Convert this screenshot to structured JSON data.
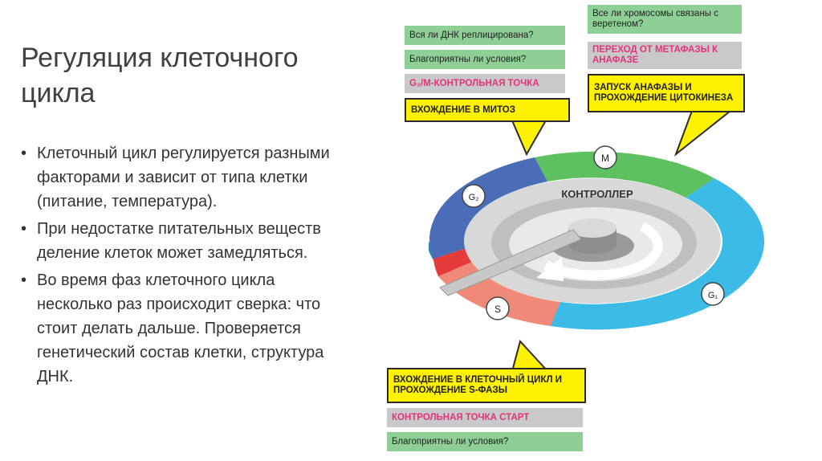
{
  "slide": {
    "title": "Регуляция клеточного цикла",
    "bullet_glyph": "•",
    "bullets": [
      "Клеточный цикл регулируется разными факторами и зависит от типа клетки (питание, температура).",
      "При недостатке питательных веществ деление клеток может замедляться.",
      "Во время фаз клеточного цикла несколько раз происходит сверка: что стоит делать дальше. Проверяется генетический состав клетки, структура ДНК."
    ]
  },
  "diagram": {
    "controller_label": "КОНТРОЛЛЕР",
    "phases": {
      "m": "M",
      "g2": "G₂",
      "s": "S",
      "g1": "G₁"
    },
    "left_top": {
      "q1": "Вся ли ДНК реплицирована?",
      "q2": "Благоприятны ли условия?",
      "checkpoint": "G₂/M-КОНТРОЛЬНАЯ ТОЧКА",
      "action": "ВХОЖДЕНИЕ В МИТОЗ"
    },
    "right_top": {
      "q1": "Все ли хромосомы связаны с веретеном?",
      "checkpoint": "ПЕРЕХОД ОТ МЕТАФАЗЫ К АНАФАЗЕ",
      "action": "ЗАПУСК АНАФАЗЫ И ПРОХОЖДЕНИЕ ЦИТОКИНЕЗА"
    },
    "bottom": {
      "action": "ВХОЖДЕНИЕ В КЛЕТОЧНЫЙ ЦИКЛ И ПРОХОЖДЕНИЕ S-ФАЗЫ",
      "checkpoint": "КОНТРОЛЬНАЯ ТОЧКА СТАРТ",
      "q1": "Благоприятны ли условия?"
    },
    "colors": {
      "m": "#5cc15e",
      "g2": "#4b6cb7",
      "s_red": "#e63b3b",
      "s_salmon": "#f08a78",
      "g1": "#3bbbe6",
      "question_bg": "#8dcf95",
      "checkpoint_bg": "#c9c9c9",
      "checkpoint_text": "#e0357a",
      "action_bg": "#fff200"
    }
  }
}
